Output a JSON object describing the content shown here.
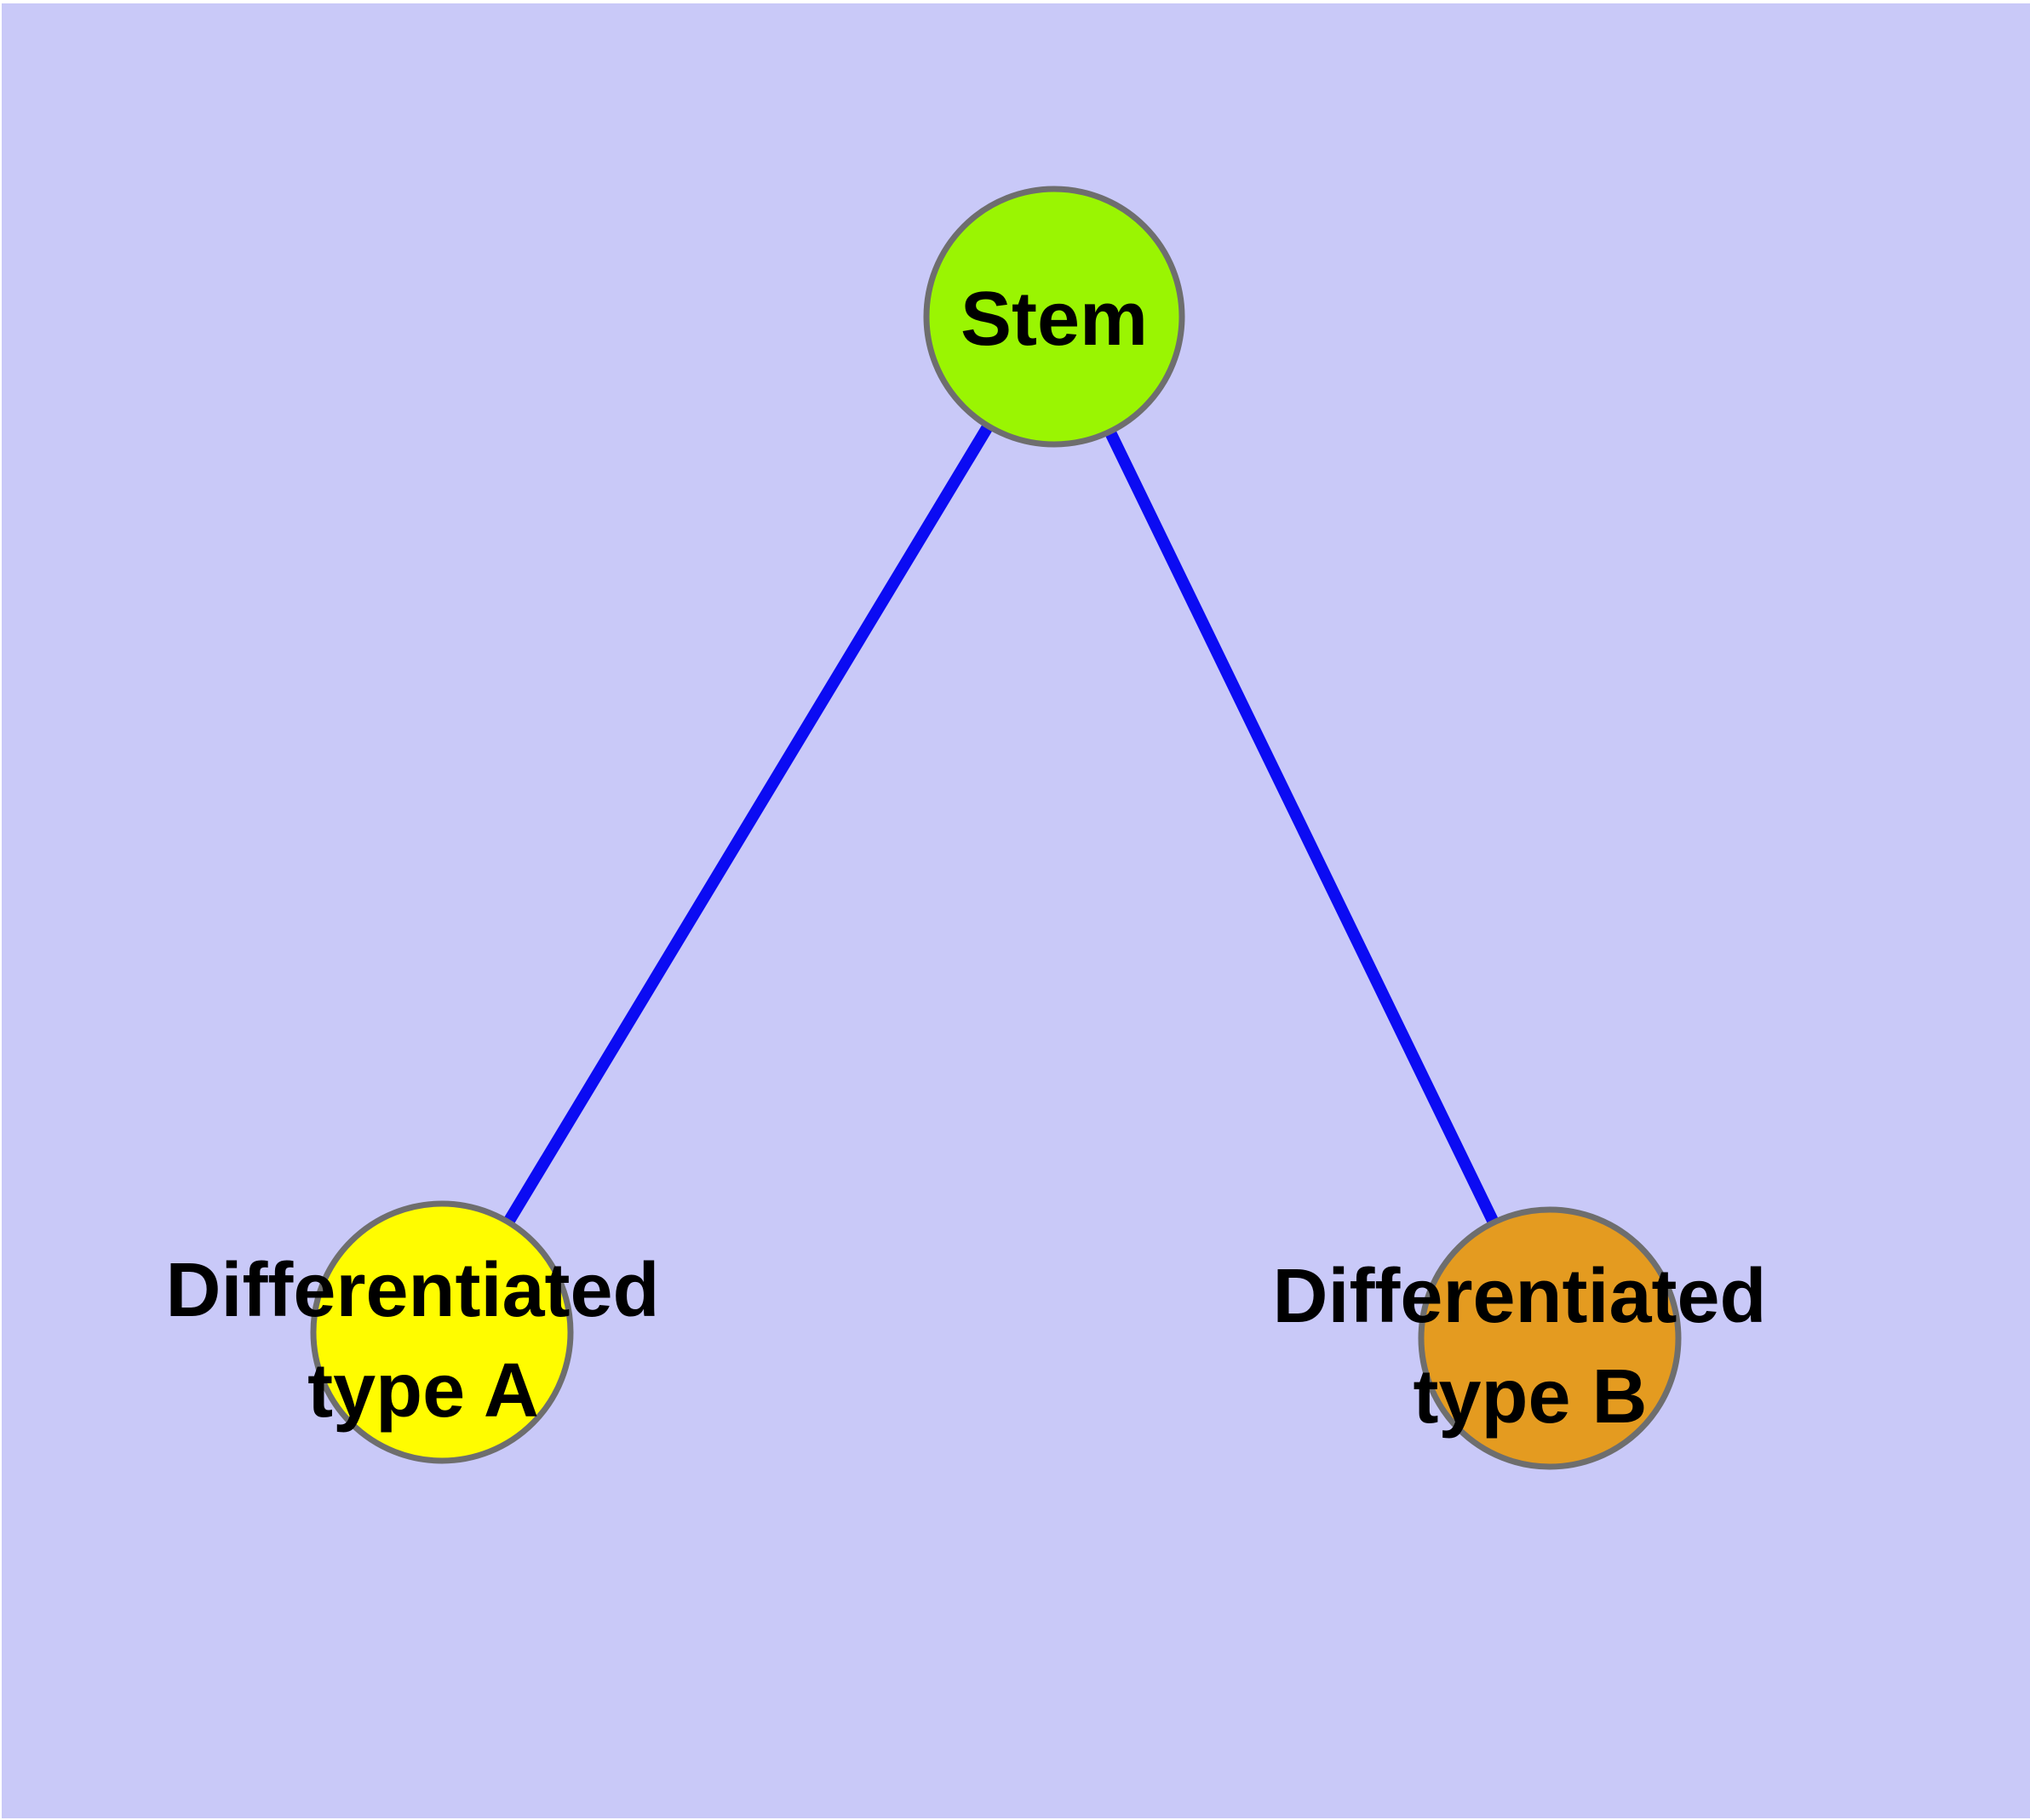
{
  "diagram": {
    "background_color": "#c9c9f8",
    "frame_color": "#ffffff",
    "edge_color": "#0b0bf3",
    "node_border_color": "#6e6e6e",
    "label_color": "#000000",
    "nodes": {
      "stem": {
        "label": "Stem",
        "fill_color": "#9af502"
      },
      "type_a": {
        "label_line1": "Differentiated",
        "label_line2": "type A",
        "fill_color": "#fffc00"
      },
      "type_b": {
        "label_line1": "Differentiated",
        "label_line2": "type B",
        "fill_color": "#e49b20"
      }
    }
  }
}
